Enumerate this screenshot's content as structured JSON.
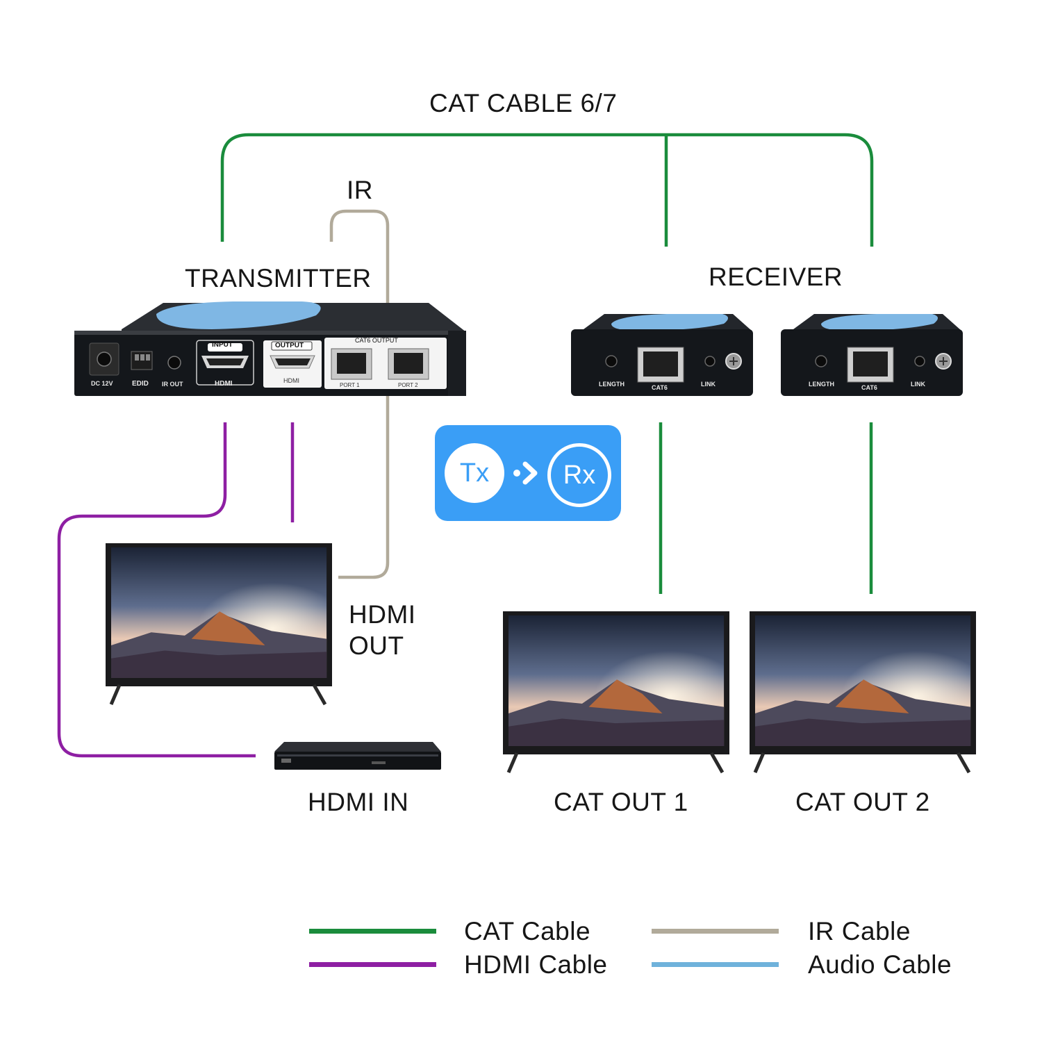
{
  "labels": {
    "cat_cable_top": "CAT CABLE 6/7",
    "ir_top": "IR",
    "transmitter": "TRANSMITTER",
    "receiver": "RECEIVER",
    "hdmi_out_line1": "HDMI",
    "hdmi_out_line2": "OUT",
    "hdmi_in": "HDMI IN",
    "cat_out_1": "CAT OUT 1",
    "cat_out_2": "CAT OUT 2"
  },
  "transmitter_panel": {
    "dc": "DC 12V",
    "edid": "EDID",
    "ir_out": "IR OUT",
    "input": "INPUT",
    "input_hdmi": "HDMI",
    "output": "OUTPUT",
    "output_hdmi": "HDMI",
    "cat6_output": "CAT6 OUTPUT",
    "port1": "PORT 1",
    "port2": "PORT 2"
  },
  "receiver_panel": {
    "length": "LENGTH",
    "cat6": "CAT6",
    "link": "LINK"
  },
  "badge": {
    "tx": "Tx",
    "rx": "Rx"
  },
  "legend": [
    {
      "label": "CAT Cable",
      "color": "#1a8c3c"
    },
    {
      "label": "IR Cable",
      "color": "#b1aa9a"
    },
    {
      "label": "HDMI Cable",
      "color": "#8e1fa3"
    },
    {
      "label": "Audio Cable",
      "color": "#6fb2db"
    }
  ],
  "colors": {
    "cat": "#1a8c3c",
    "hdmi": "#8e1fa3",
    "ir": "#b1aa9a",
    "audio": "#6fb2db",
    "accent_blue": "#3a9ef6"
  }
}
